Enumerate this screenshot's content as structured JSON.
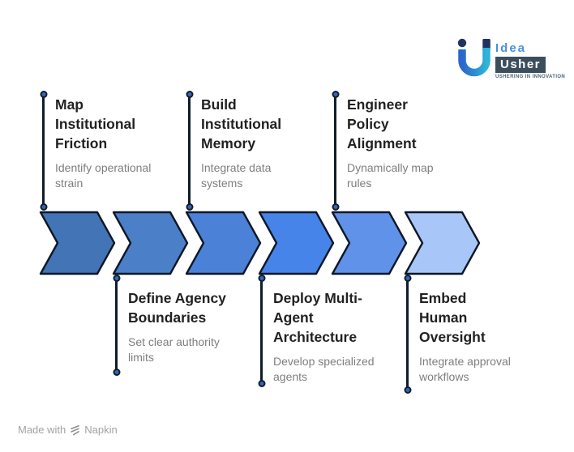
{
  "logo": {
    "brand_top": "Idea",
    "brand_bottom": "Usher",
    "tagline": "USHERING IN INNOVATION"
  },
  "steps": [
    {
      "id": 1,
      "row": "top",
      "title": "Map\nInstitutional\nFriction",
      "subtitle": "Identify operational\nstrain",
      "arrow_color": "#4274B6"
    },
    {
      "id": 2,
      "row": "bottom",
      "title": "Define Agency\nBoundaries",
      "subtitle": "Set clear authority\nlimits",
      "arrow_color": "#4B80C9"
    },
    {
      "id": 3,
      "row": "top",
      "title": "Build\nInstitutional\nMemory",
      "subtitle": "Integrate data\nsystems",
      "arrow_color": "#4B82D7"
    },
    {
      "id": 4,
      "row": "bottom",
      "title": "Deploy Multi-\nAgent\nArchitecture",
      "subtitle": "Develop specialized\nagents",
      "arrow_color": "#4684E9"
    },
    {
      "id": 5,
      "row": "top",
      "title": "Engineer\nPolicy\nAlignment",
      "subtitle": "Dynamically map\nrules",
      "arrow_color": "#6092E9"
    },
    {
      "id": 6,
      "row": "bottom",
      "title": "Embed\nHuman\nOversight",
      "subtitle": "Integrate approval\nworkflows",
      "arrow_color": "#A9C6F8"
    }
  ],
  "colors": {
    "arrow_outline": "#0D1726",
    "connector_line": "#111C2B",
    "connector_dot": "#3567B2"
  },
  "footer": {
    "made_with": "Made with",
    "brand": "Napkin"
  }
}
